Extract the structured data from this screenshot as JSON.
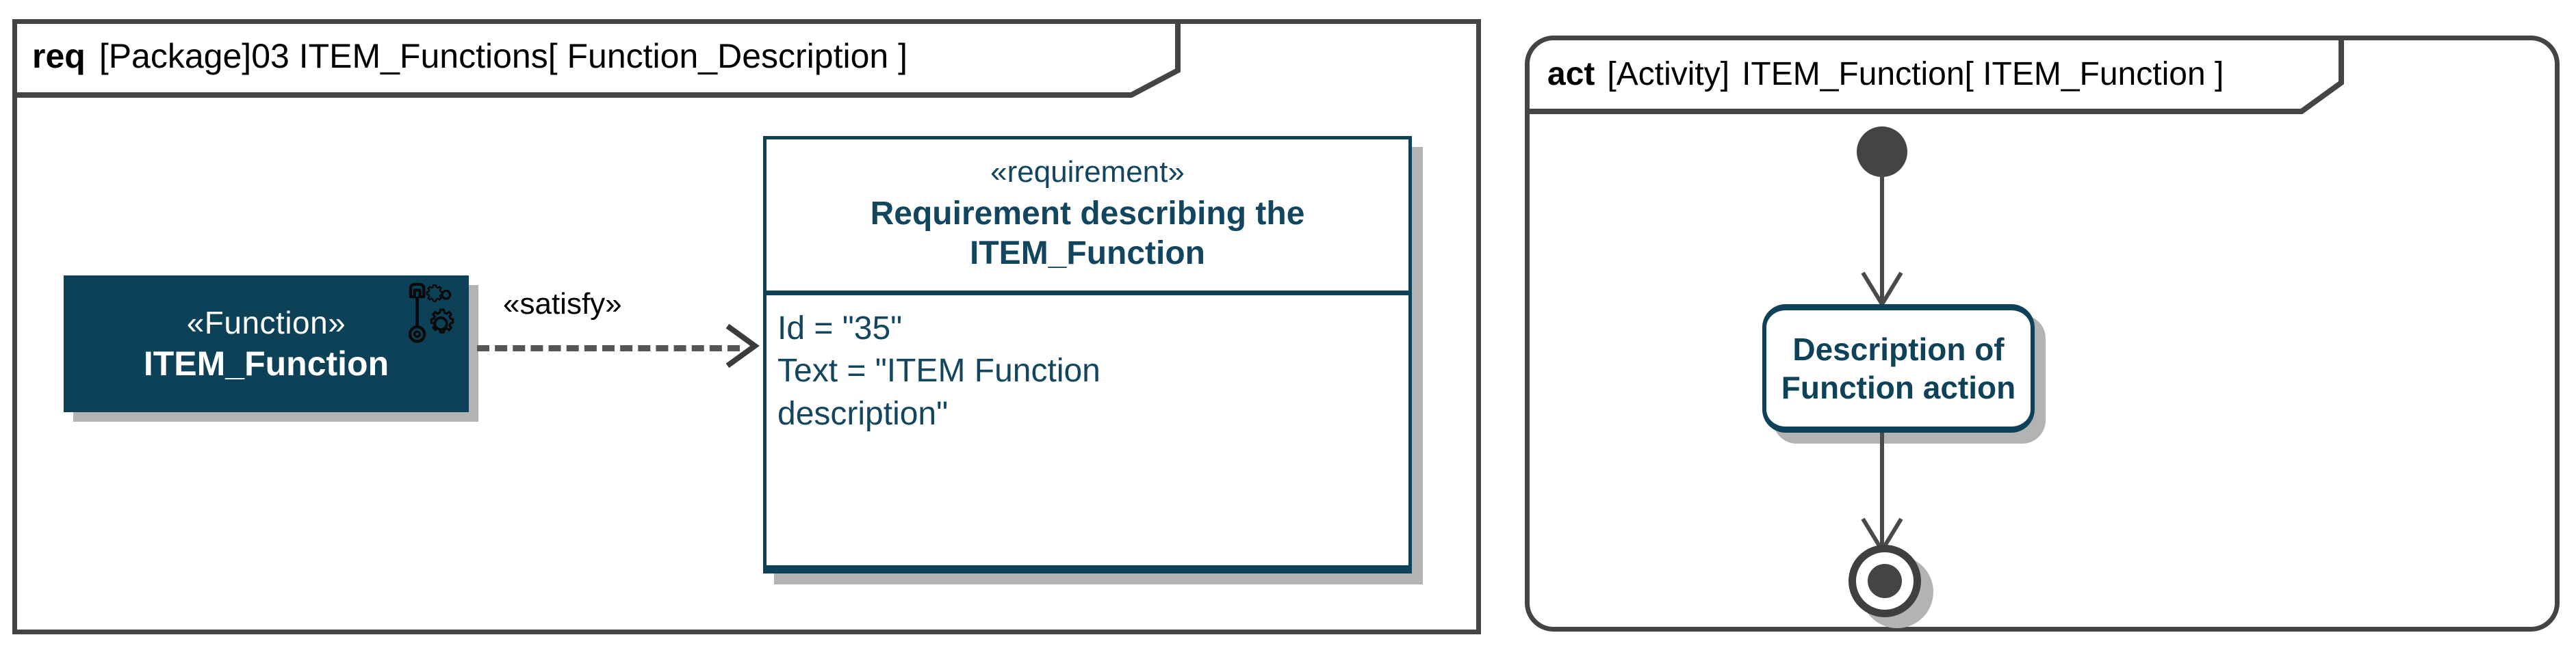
{
  "requirement_diagram": {
    "frame_tab": {
      "kind": "req",
      "meta": "[Package]",
      "name": "03 ITEM_Functions",
      "scope": "[ Function_Description ]"
    },
    "function_block": {
      "stereotype": "«Function»",
      "name": "ITEM_Function",
      "icon": "wrench-gears-icon",
      "fill_color": "#0d4157",
      "text_color": "#ffffff"
    },
    "dependency": {
      "label": "«satisfy»",
      "style": "dashed",
      "arrow": "open-arrowhead",
      "line_color": "#555555"
    },
    "requirement_block": {
      "stereotype": "«requirement»",
      "title_line_1": "Requirement describing the",
      "title_line_2": "ITEM_Function",
      "properties": [
        "Id = \"35\"",
        "Text = \"ITEM Function",
        "description\""
      ],
      "border_color": "#0e4259",
      "text_color": "#12455e"
    }
  },
  "activity_diagram": {
    "frame_tab": {
      "kind": "act",
      "meta": "[Activity]",
      "name": "ITEM_Function",
      "scope": "[ ITEM_Function ]"
    },
    "initial_node": {
      "icon": "initial-node-icon",
      "color": "#444444"
    },
    "action_node": {
      "line_1": "Description of",
      "line_2": "Function action",
      "border_color": "#0e4259",
      "text_color": "#0e4259"
    },
    "final_node": {
      "icon": "activity-final-node-icon",
      "color": "#444444"
    }
  }
}
